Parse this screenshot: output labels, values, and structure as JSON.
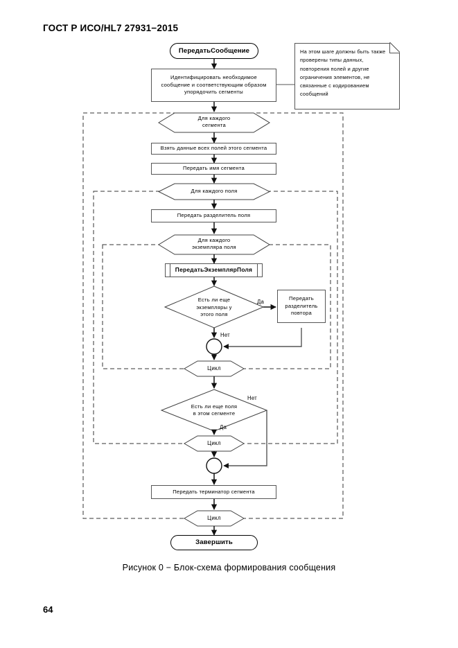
{
  "document": {
    "header": "ГОСТ Р ИСО/HL7 27931−2015",
    "page_number": "64",
    "figure_caption": "Рисунок 0 − Блок-схема формирования сообщения"
  },
  "flowchart": {
    "start": "ПередатьСообщение",
    "end": "Завершить",
    "nodes": {
      "identify": "Идентифицировать необходимое сообщение и соответствующим образом упорядочить сегменты",
      "note": "На этом шаге должны быть также проверены типы данных, повторения полей и другие ограничения элементов, не связанные с кодированием сообщений",
      "for_each_segment_l1": "Для каждого",
      "for_each_segment_l2": "сегмента",
      "take_field_data": "Взять данные всех полей этого сегмента",
      "send_segment_name": "Передать имя сегмента",
      "for_each_field": "Для каждого поля",
      "send_field_separator": "Передать разделитель поля",
      "for_each_instance_l1": "Для каждого",
      "for_each_instance_l2": "экземпляра поля",
      "send_field_instance": "ПередатьЭкземплярПоля",
      "more_instances_l1": "Есть ли еще",
      "more_instances_l2": "экземпляры у",
      "more_instances_l3": "этого поля",
      "send_repeat_separator_l1": "Передать",
      "send_repeat_separator_l2": "разделитель",
      "send_repeat_separator_l3": "повтора",
      "loop_instances": "Цикл",
      "more_fields_l1": "Есть ли еще  поля",
      "more_fields_l2": "в этом сегменте",
      "loop_fields": "Цикл",
      "send_segment_terminator": "Передать терминатор сегмента",
      "loop_segments": "Цикл"
    },
    "edge_labels": {
      "instances_yes": "Да",
      "instances_no": "Нет",
      "fields_no": "Нет",
      "fields_yes": "Да"
    },
    "colors": {
      "stroke": "#404040",
      "stroke_dark": "#000000",
      "background": "#ffffff",
      "arrow": "#111111"
    }
  }
}
